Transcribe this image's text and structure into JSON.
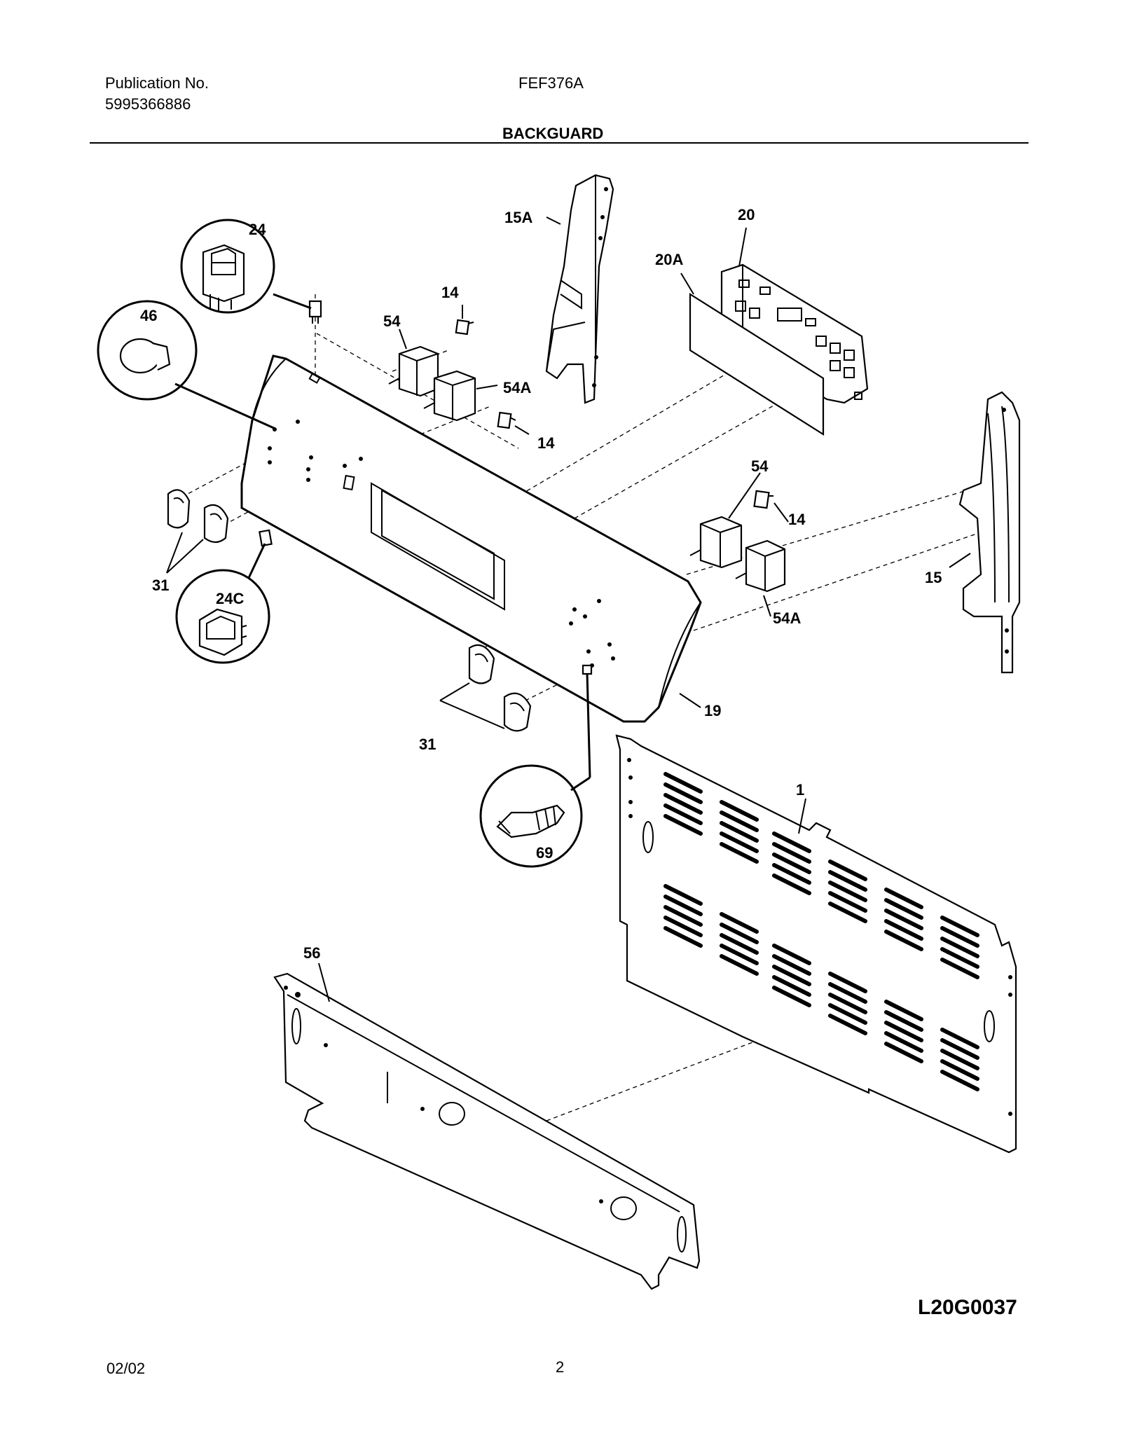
{
  "header": {
    "publication_label": "Publication No.",
    "publication_number": "5995366886",
    "model": "FEF376A",
    "section_title": "BACKGUARD"
  },
  "diagram": {
    "drawing_code": "L20G0037",
    "callouts": {
      "c1": "1",
      "c14a": "14",
      "c14b": "14",
      "c14c": "14",
      "c15": "15",
      "c15A": "15A",
      "c19": "19",
      "c20": "20",
      "c20A": "20A",
      "c24": "24",
      "c24C": "24C",
      "c31a": "31",
      "c31b": "31",
      "c46": "46",
      "c54a": "54",
      "c54b": "54",
      "c54Aa": "54A",
      "c54Ab": "54A",
      "c56": "56",
      "c69": "69"
    }
  },
  "footer": {
    "date": "02/02",
    "page_number": "2"
  }
}
